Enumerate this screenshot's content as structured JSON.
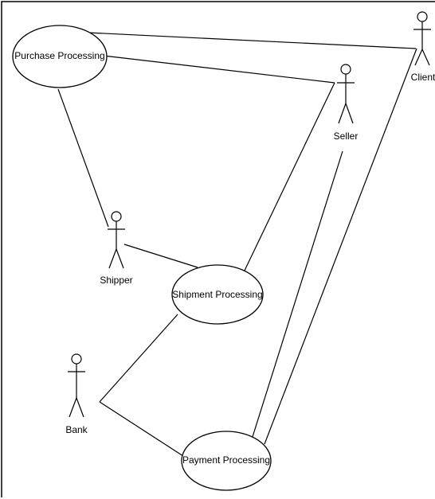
{
  "use_cases": [
    {
      "id": "purchase",
      "label": "Purchase Processing"
    },
    {
      "id": "shipment",
      "label": "Shipment Processing"
    },
    {
      "id": "payment",
      "label": "Payment Processing"
    }
  ],
  "actors": [
    {
      "id": "client",
      "label": "Client"
    },
    {
      "id": "seller",
      "label": "Seller"
    },
    {
      "id": "shipper",
      "label": "Shipper"
    },
    {
      "id": "bank",
      "label": "Bank"
    }
  ]
}
